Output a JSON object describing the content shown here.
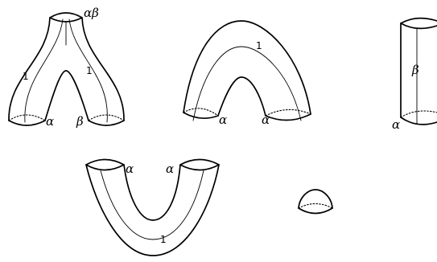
{
  "pants": {
    "top_label": "αβ",
    "bottom_left_label": "α",
    "bottom_right_label": "β",
    "arc_left_label": "1",
    "arc_right_label": "1"
  },
  "arch": {
    "left_label": "α",
    "right_label": "α",
    "arc_label": "1"
  },
  "cylinder": {
    "side_label": "β",
    "bottom_label": "α"
  },
  "cup": {
    "left_label": "α",
    "right_label": "α",
    "arc_label": "1"
  },
  "cap": {}
}
